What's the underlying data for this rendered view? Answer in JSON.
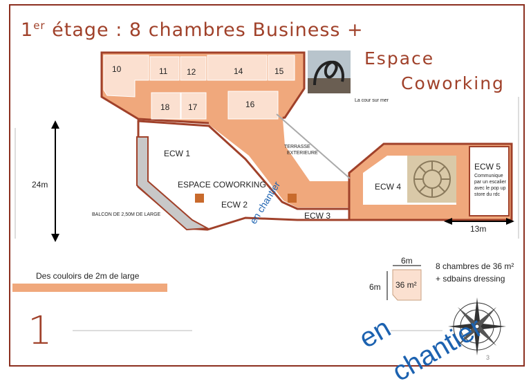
{
  "title": {
    "prefix": "1",
    "sup": "er",
    "text": " étage : 8 chambres Business +",
    "line2": "Espace",
    "line3": "Coworking"
  },
  "rooms": {
    "r10": "10",
    "r11": "11",
    "r12": "12",
    "r14": "14",
    "r15": "15",
    "r16": "16",
    "r17": "17",
    "r18": "18"
  },
  "labels": {
    "cour": "La cour sur mer",
    "terrasse1": "TERRASSE",
    "terrasse2": "EXTERIEURE",
    "ecw1": "ECW 1",
    "espace": "ESPACE COWORKING",
    "ecw2": "ECW 2",
    "ecw3": "ECW 3",
    "ecw4": "ECW 4",
    "ecw5": "ECW 5",
    "ecw5_desc": [
      "Communique",
      "par un escalier",
      "avec le pop up",
      "store du rdc"
    ],
    "balcon": "BALCON DE 2,50M DE LARGE",
    "en_chantier_small": "en chantier",
    "en_chantier_big_1": "en",
    "en_chantier_big_2": "chantier",
    "couloirs": "Des couloirs de 2m de large",
    "floor_number": "1",
    "page_number": "3"
  },
  "dimensions": {
    "height": "24m",
    "width_ecw5": "13m",
    "room_w": "6m",
    "room_h": "6m",
    "room_area": "36 m²"
  },
  "legend": {
    "line1": "8 chambres de 36 m²",
    "line2": "+ sdbains dressing"
  },
  "colors": {
    "frame": "#8b2f1f",
    "corridor": "#f0a87c",
    "room": "#fbe0d0",
    "wall": "#a0412a",
    "balcony": "#c8c8c8",
    "accent_blue": "#1c62b0"
  },
  "icons": {
    "compass": "compass-rose-icon",
    "height_arrow": "double-arrow-vertical-icon",
    "width_arrow": "double-arrow-horizontal-icon"
  }
}
